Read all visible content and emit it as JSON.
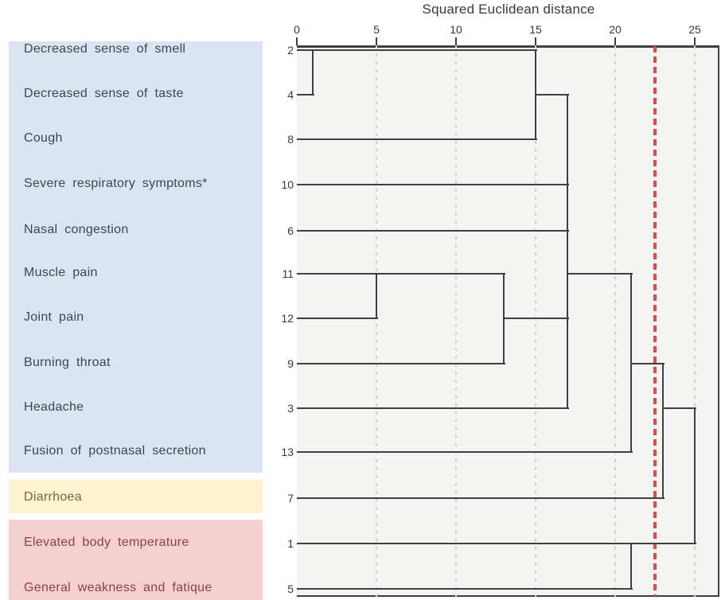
{
  "chart_data": {
    "type": "dendrogram",
    "orientation": "horizontal",
    "title": "Squared Euclidean distance",
    "axis": {
      "label": "Squared Euclidean distance",
      "position": "top",
      "min": 0,
      "max": 26.6,
      "ticks": [
        0,
        5,
        10,
        15,
        20,
        25
      ],
      "grid_values": [
        5,
        10,
        15,
        20,
        25
      ],
      "grid_style": "dashed"
    },
    "cutoff_value": 22.5,
    "cutoff_style": "red-dashed-vertical",
    "leaves": [
      {
        "case": "2",
        "label": "Decreased sense of smell",
        "group": "upper"
      },
      {
        "case": "4",
        "label": "Decreased sense of taste",
        "group": "upper"
      },
      {
        "case": "8",
        "label": "Cough",
        "group": "upper"
      },
      {
        "case": "10",
        "label": "Severe respiratory symptoms*",
        "group": "upper"
      },
      {
        "case": "6",
        "label": "Nasal congestion",
        "group": "upper"
      },
      {
        "case": "11",
        "label": "Muscle pain",
        "group": "upper"
      },
      {
        "case": "12",
        "label": "Joint pain",
        "group": "upper"
      },
      {
        "case": "9",
        "label": "Burning throat",
        "group": "upper"
      },
      {
        "case": "3",
        "label": "Headache",
        "group": "upper"
      },
      {
        "case": "13",
        "label": "Fusion of postnasal secretion",
        "group": "upper"
      },
      {
        "case": "7",
        "label": "Diarrhoea",
        "group": "middle"
      },
      {
        "case": "1",
        "label": "Elevated body temperature",
        "group": "lower"
      },
      {
        "case": "5",
        "label": "General weakness and fatique",
        "group": "lower"
      }
    ],
    "groups": {
      "upper": {
        "background": "#dbe5f1",
        "text_color": "#3e4454"
      },
      "middle": {
        "background": "#fdf3cf",
        "text_color": "#6b6a45"
      },
      "lower": {
        "background": "#f4d0d2",
        "text_color": "#8d4147"
      }
    },
    "merges": [
      {
        "members": [
          "2",
          "4"
        ],
        "distance": 1
      },
      {
        "members": [
          "11",
          "12"
        ],
        "distance": 5
      },
      {
        "members": [
          "11+12",
          "9"
        ],
        "distance": 13
      },
      {
        "members": [
          "2+4",
          "8"
        ],
        "distance": 15
      },
      {
        "members": [
          "2+4+8",
          "10",
          "6",
          "11+12+9",
          "3"
        ],
        "distance": 17
      },
      {
        "members": [
          "upper-cluster",
          "13"
        ],
        "distance": 21
      },
      {
        "members": [
          "1",
          "5"
        ],
        "distance": 21
      },
      {
        "members": [
          "upper-cluster+13",
          "7"
        ],
        "distance": 23
      },
      {
        "members": [
          "all-others",
          "1+5"
        ],
        "distance": 25
      }
    ],
    "segments": {
      "horizontal": [
        {
          "row": 0,
          "v1": 0,
          "v2": 15
        },
        {
          "row": 1,
          "v1": 0,
          "v2": 1
        },
        {
          "row": 2,
          "v1": 0,
          "v2": 15
        },
        {
          "row": 1,
          "v1": 15,
          "v2": 17
        },
        {
          "row": 3,
          "v1": 0,
          "v2": 17
        },
        {
          "row": 4,
          "v1": 0,
          "v2": 17
        },
        {
          "row": 5,
          "v1": 0,
          "v2": 13
        },
        {
          "row": 5,
          "v1": 17,
          "v2": 21
        },
        {
          "row": 6,
          "v1": 0,
          "v2": 5
        },
        {
          "row": 7,
          "v1": 0,
          "v2": 13
        },
        {
          "row": 6,
          "v1": 13,
          "v2": 17
        },
        {
          "row": 8,
          "v1": 0,
          "v2": 17
        },
        {
          "row": 7,
          "v1": 21,
          "v2": 23
        },
        {
          "row": 9,
          "v1": 0,
          "v2": 21
        },
        {
          "row": 8,
          "v1": 23,
          "v2": 25
        },
        {
          "row": 10,
          "v1": 0,
          "v2": 23
        },
        {
          "row": 11,
          "v1": 0,
          "v2": 25
        },
        {
          "row": 12,
          "v1": 0,
          "v2": 21
        }
      ],
      "vertical": [
        {
          "v": 1,
          "r1": 0,
          "r2": 1
        },
        {
          "v": 15,
          "r1": 0,
          "r2": 2
        },
        {
          "v": 17,
          "r1": 1,
          "r2": 8
        },
        {
          "v": 5,
          "r1": 5,
          "r2": 6
        },
        {
          "v": 13,
          "r1": 5,
          "r2": 7
        },
        {
          "v": 21,
          "r1": 5,
          "r2": 9
        },
        {
          "v": 23,
          "r1": 7,
          "r2": 10
        },
        {
          "v": 25,
          "r1": 8,
          "r2": 11
        },
        {
          "v": 21,
          "r1": 11,
          "r2": 12
        }
      ]
    },
    "colors": {
      "line": "#3f3f3f",
      "grid": "#cfcfcd",
      "cutoff": "#e14b4b",
      "plot_background": "#f4f4f2",
      "axis_text": "#393939"
    }
  }
}
